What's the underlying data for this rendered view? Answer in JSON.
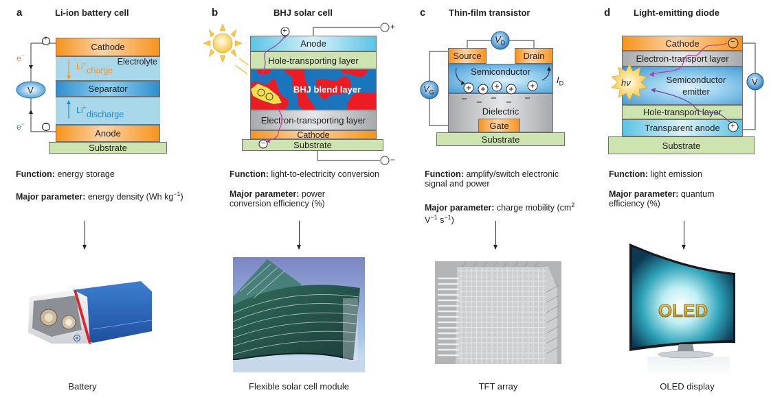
{
  "panels": [
    {
      "letter": "a",
      "title": "Li-ion battery cell",
      "layers": {
        "cathode": "Cathode",
        "electrolyte": "Electrolyte",
        "separator": "Separator",
        "anode": "Anode",
        "substrate": "Substrate"
      },
      "labels": {
        "electron_top": "e",
        "electron_bottom": "e",
        "electron_sign": "−",
        "li": "Li",
        "li_sup": "+",
        "charge": "charge",
        "discharge": "discharge",
        "voltmeter": "V",
        "plus": "+",
        "minus": "−"
      },
      "function_label": "Function:",
      "function_text": " energy storage",
      "parameter_label": "Major parameter:",
      "parameter_text": " energy density (Wh kg",
      "parameter_sup": "−1",
      "parameter_tail": ")",
      "product_caption": "Battery",
      "colors": {
        "charge": "#f7941d",
        "discharge": "#1b8bcb"
      }
    },
    {
      "letter": "b",
      "title": "BHJ solar cell",
      "layers": {
        "anode": "Anode",
        "htl": "Hole-transporting layer",
        "bhj": "BHJ blend layer",
        "etl": "Electron-transporting layer",
        "cathode": "Cathode",
        "substrate": "Substrate"
      },
      "labels": {
        "plus": "+",
        "minus": "−",
        "terminal_plus": "+",
        "terminal_minus": "−"
      },
      "function_label": "Function:",
      "function_text": " light-to-electricity conversion",
      "parameter_label": "Major parameter:",
      "parameter_text": " power conversion efficiency (%)",
      "product_caption": "Flexible solar cell module",
      "colors": {
        "donor": "#ed1c24",
        "acceptor": "#1b75bc",
        "sun": "#fdd835"
      }
    },
    {
      "letter": "c",
      "title": "Thin-film transistor",
      "layers": {
        "source": "Source",
        "drain": "Drain",
        "semiconductor": "Semiconductor",
        "dielectric": "Dielectric",
        "gate": "Gate",
        "substrate": "Substrate"
      },
      "labels": {
        "vd": "V",
        "vd_sub": "D",
        "vg": "V",
        "vg_sub": "G",
        "id": "I",
        "id_sub": "D",
        "plus": "+",
        "minus": "−"
      },
      "function_label": "Function:",
      "function_text": " amplify/switch electronic signal and power",
      "parameter_label": "Major parameter:",
      "parameter_text": " charge mobility (cm",
      "parameter_sup1": "2",
      "parameter_mid1": " V",
      "parameter_sup2": "−1",
      "parameter_mid2": " s",
      "parameter_sup3": "−1",
      "parameter_tail": ")",
      "product_caption": "TFT array"
    },
    {
      "letter": "d",
      "title": "Light-emitting diode",
      "layers": {
        "cathode": "Cathode",
        "etl": "Electron-transport layer",
        "emitter": "Semiconductor emitter",
        "htl": "Hole-transport layer",
        "anode": "Transparent anode",
        "substrate": "Substrate"
      },
      "labels": {
        "photon": "hν",
        "voltmeter": "V",
        "plus": "+",
        "minus": "−"
      },
      "function_label": "Function:",
      "function_text": " light emission",
      "parameter_label": "Major parameter:",
      "parameter_text": " quantum efficiency (%)",
      "product_caption": "OLED display",
      "screen_text": "OLED"
    }
  ]
}
